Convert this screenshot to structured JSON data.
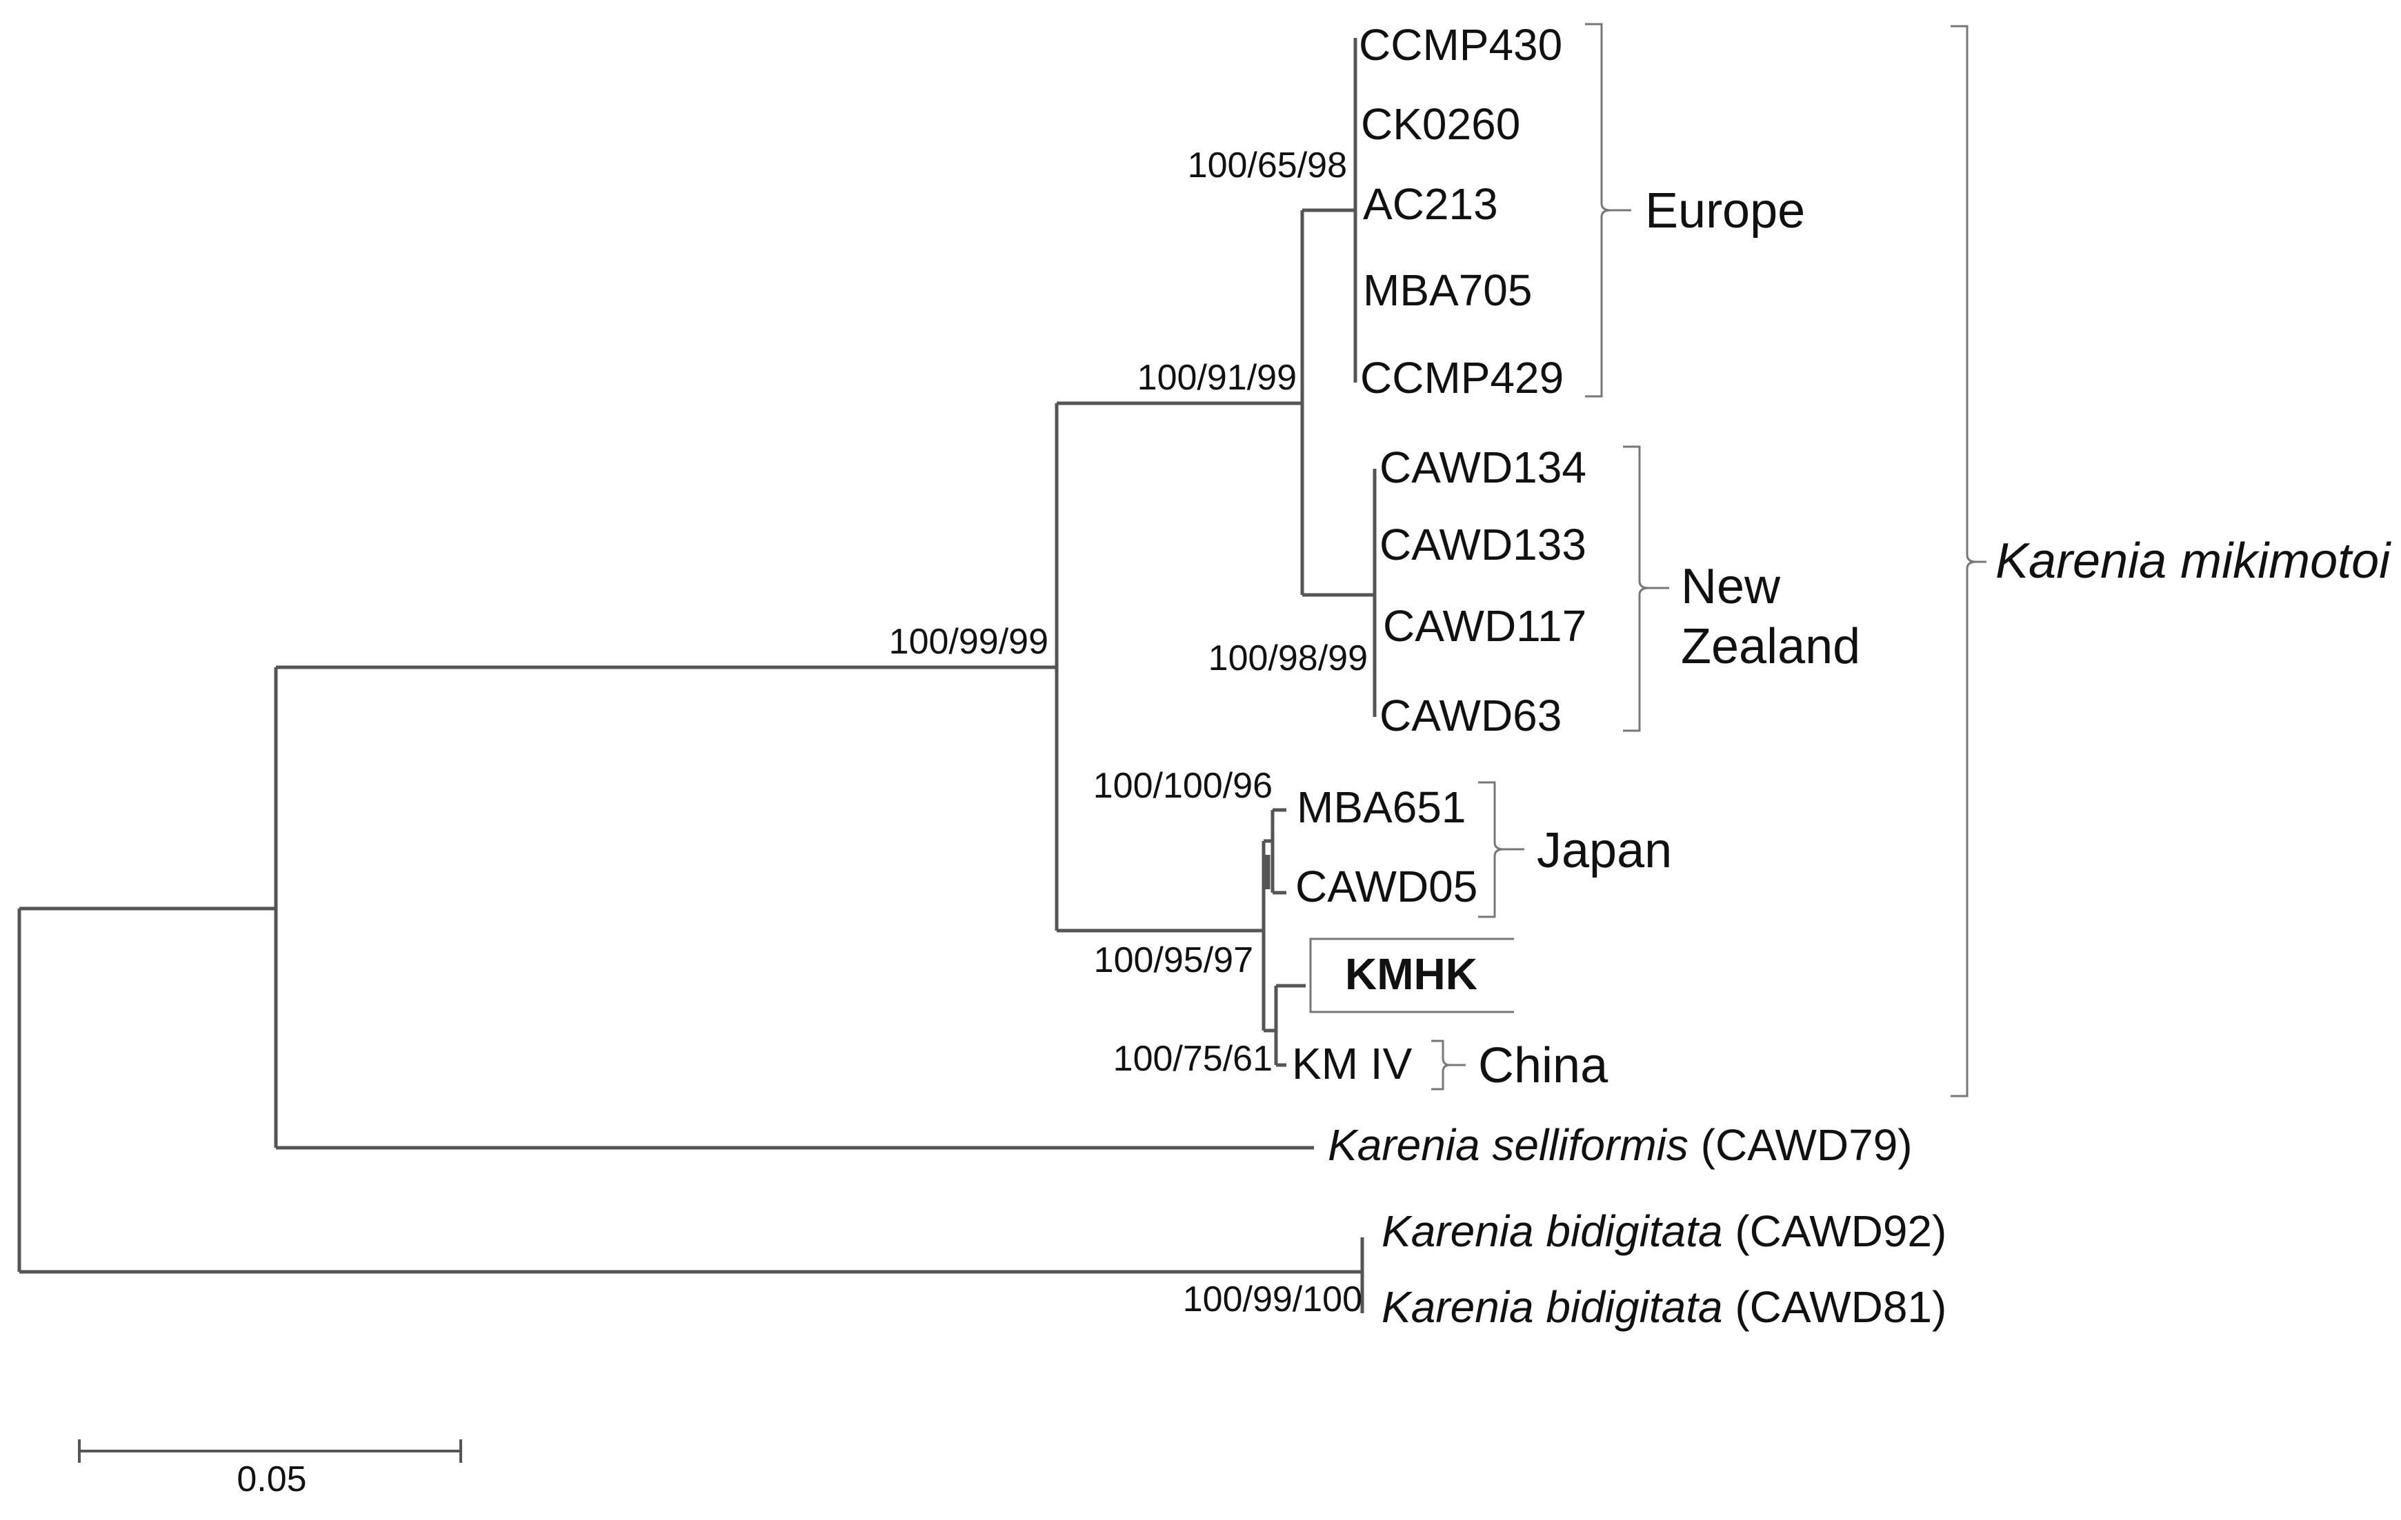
{
  "taxa": {
    "ccmp430": "CCMP430",
    "ck0260": "CK0260",
    "ac213": "AC213",
    "mba705": "MBA705",
    "ccmp429": "CCMP429",
    "cawd134": "CAWD134",
    "cawd133": "CAWD133",
    "cawd117": "CAWD117",
    "cawd63": "CAWD63",
    "mba651": "MBA651",
    "cawd05": "CAWD05",
    "kmhk": "KMHK",
    "kmiv": "KM IV",
    "selliformis_species": "Karenia selliformis",
    "selliformis_strain": " (CAWD79)",
    "bidigitata_species": "Karenia bidigitata",
    "bidigitata_strain_1": " (CAWD92)",
    "bidigitata_strain_2": " (CAWD81)"
  },
  "support_values": {
    "europe_node": "100/65/98",
    "europe_nz_node": "100/91/99",
    "mikimotoi_node": "100/99/99",
    "new_zealand_node": "100/98/99",
    "japan_node": "100/100/96",
    "asia_node": "100/95/97",
    "china_node": "100/75/61",
    "bidigitata_node": "100/99/100"
  },
  "groups": {
    "europe": "Europe",
    "new_zealand_line1": "New",
    "new_zealand_line2": "Zealand",
    "japan": "Japan",
    "china": "China",
    "species": "Karenia mikimotoi"
  },
  "scale_bar": {
    "label": "0.05"
  }
}
